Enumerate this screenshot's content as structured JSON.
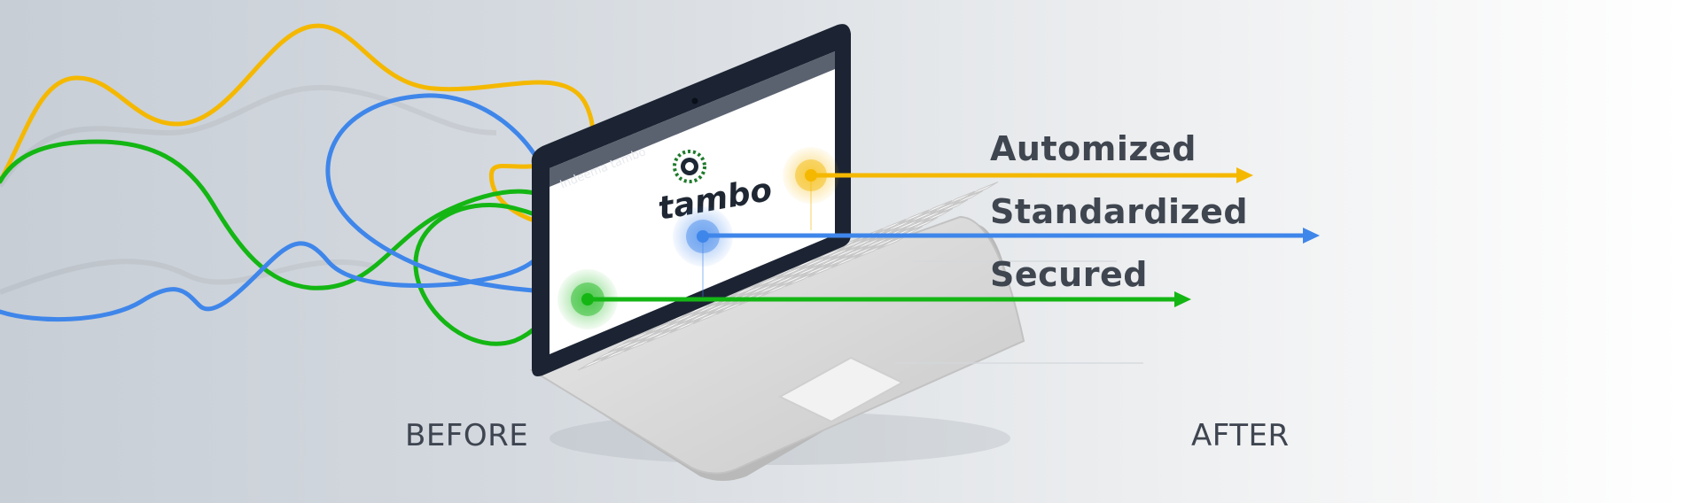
{
  "screen": {
    "titlebar_text": "Indeema tambo",
    "logo_text": "tambo"
  },
  "features": [
    {
      "label": "Automized",
      "color": "#f5b800"
    },
    {
      "label": "Standardized",
      "color": "#3f86ea"
    },
    {
      "label": "Secured",
      "color": "#14b614"
    }
  ],
  "captions": {
    "before": "BEFORE",
    "after": "AFTER"
  },
  "colors": {
    "yellow": "#f5b800",
    "blue": "#3f86ea",
    "green": "#14b614",
    "laptop_frame": "#1c2433",
    "laptop_body": "#dcdcdc"
  }
}
